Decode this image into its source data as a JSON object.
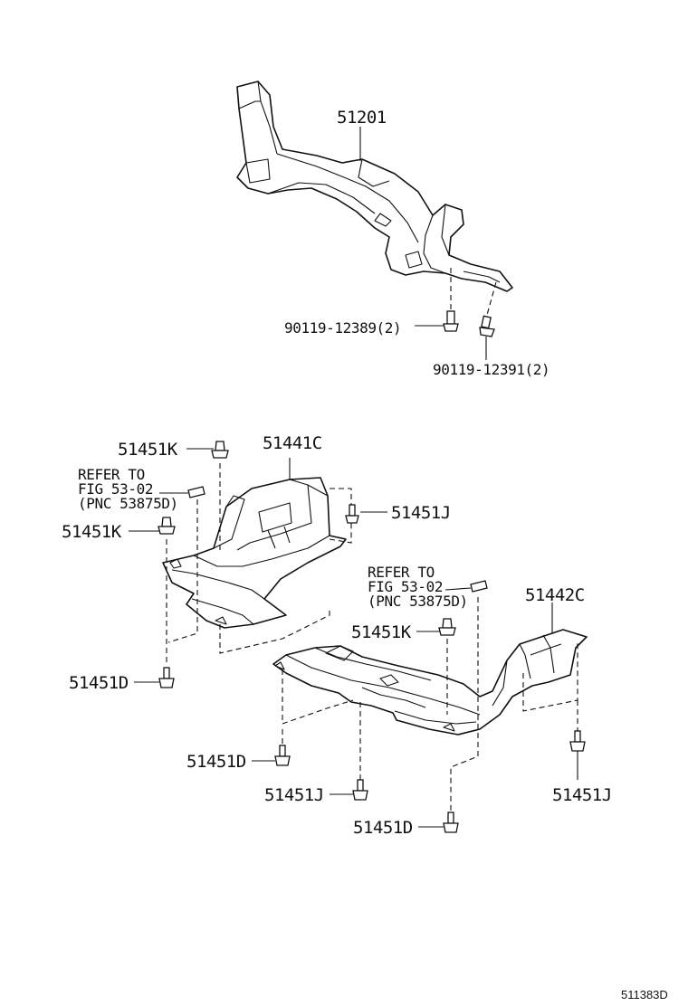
{
  "labels": {
    "crossmember": "51201",
    "bolt_a": "90119-12389(2)",
    "bolt_b": "90119-12391(2)",
    "cover_front": "51441C",
    "cover_rear": "51442C",
    "clip_k": "51451K",
    "bolt_j": "51451J",
    "bolt_d": "51451D",
    "refer_line1": "REFER TO",
    "refer_line2": "FIG 53-02",
    "refer_line3": "(PNC 53875D)",
    "diagram_id": "511383D"
  }
}
